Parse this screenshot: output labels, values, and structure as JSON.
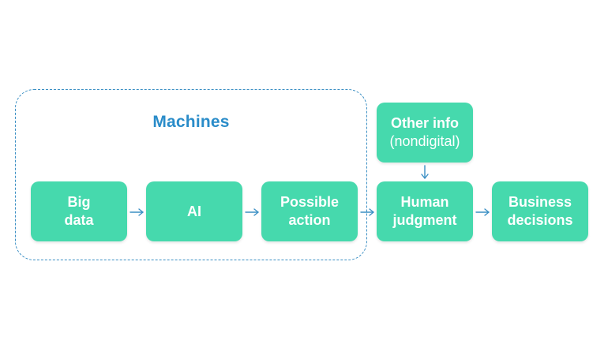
{
  "group": {
    "title": "Machines"
  },
  "nodes": {
    "big_data": {
      "line1": "Big",
      "line2": "data"
    },
    "ai": {
      "line1": "AI"
    },
    "possible_action": {
      "line1": "Possible",
      "line2": "action"
    },
    "other_info": {
      "line1": "Other info",
      "line2": "(nondigital)"
    },
    "human_judgment": {
      "line1": "Human",
      "line2": "judgment"
    },
    "business_decisions": {
      "line1": "Business",
      "line2": "decisions"
    }
  },
  "colors": {
    "node_fill": "#46d9ad",
    "accent": "#2a8cc9",
    "arrow": "#3b8fc4"
  }
}
